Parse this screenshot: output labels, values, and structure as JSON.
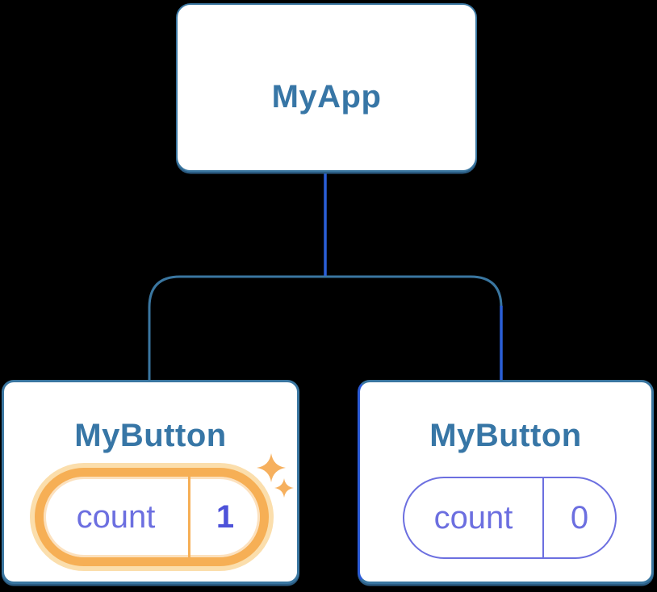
{
  "tree": {
    "root": {
      "label": "MyApp"
    },
    "children": [
      {
        "label": "MyButton",
        "state": {
          "name": "count",
          "value": "1"
        },
        "highlighted": true,
        "updated_indicator": "sparkle-icon"
      },
      {
        "label": "MyButton",
        "state": {
          "name": "count",
          "value": "0"
        },
        "highlighted": false
      }
    ]
  },
  "colors": {
    "background": "#000000",
    "node_fill": "#FFFFFF",
    "node_border": "#3A76A0",
    "node_title_text": "#3776A6",
    "connector_teal": "#3A76A0",
    "connector_blue": "#2A5FD7",
    "highlight_border": "#F6AF55",
    "highlight_halo": "#FBDEAC",
    "state_text": "#6C6FE0",
    "state_value_updated": "#4D52D9",
    "sparkle": "#F6B05E"
  }
}
